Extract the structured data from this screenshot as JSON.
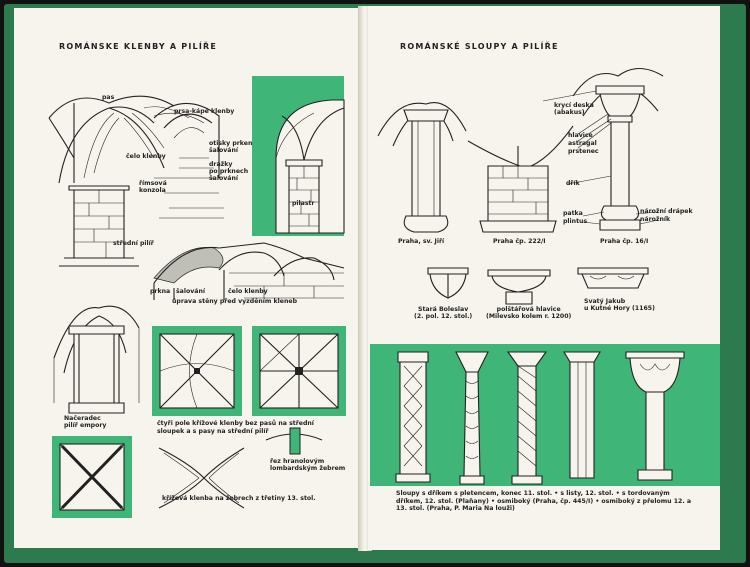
{
  "left_page": {
    "title": "ROMÁNSKE KLENBY A PILÍŘE",
    "labels": {
      "pas": "pas",
      "prsa_kapu": "prsa-kápě klenby",
      "celo_klenby_1": "čelo klenby",
      "otisky": "otisky prken\nšalování",
      "drazky": "drážky\npo prknech\nšalování",
      "rimsova": "římsová\nkonzola",
      "stredni_pilir": "střední pilíř",
      "pilastr": "pilastr",
      "prkna": "prkna",
      "salovani": "šalování",
      "celo_klenby_2": "čelo klenby",
      "uprava": "úprava stěny před vyzděním kleneb",
      "naceradec": "Načeradec\npilíř empory",
      "ctyri_pole": "čtyři pole křížové klenby bez pasů na střední sloupek a s pasy na střední pilíř",
      "rez": "řez hranolovým\nlombardským žebrem",
      "krizova": "křížová klenba na žebrech z třetiny 13. stol."
    }
  },
  "right_page": {
    "title": "ROMÁNSKÉ SLOUPY A PILÍŘE",
    "labels": {
      "kryci": "krycí deska\n(abakus)",
      "hlavice": "hlavice",
      "astragal": "astragal",
      "prstenec": "prstenec",
      "drik": "dřík",
      "patka": "patka",
      "plintus": "plintus",
      "narozni": "nárožní drápek",
      "naroznik": "nárožník",
      "praha_jiri": "Praha, sv. Jiří",
      "praha_222": "Praha čp. 222/I",
      "praha_16": "Praha čp. 16/I",
      "stara": "Stará Boleslav\n(2. pol. 12. stol.)",
      "polstar": "polštářová hlavice\n(Milevsko kolem r. 1200)",
      "svaty": "Svatý Jakub\nu Kutné Hory (1165)",
      "caption": "Sloupy s dříkem s pletencem, konec 11. stol. • s listy, 12. stol. • s tordovaným dříkem, 12. stol. (Plaňany) • osmiboký (Praha, čp. 445/I) • osmiboký z přelomu 12. a 13. stol. (Praha, P. Maria Na louži)"
    }
  }
}
